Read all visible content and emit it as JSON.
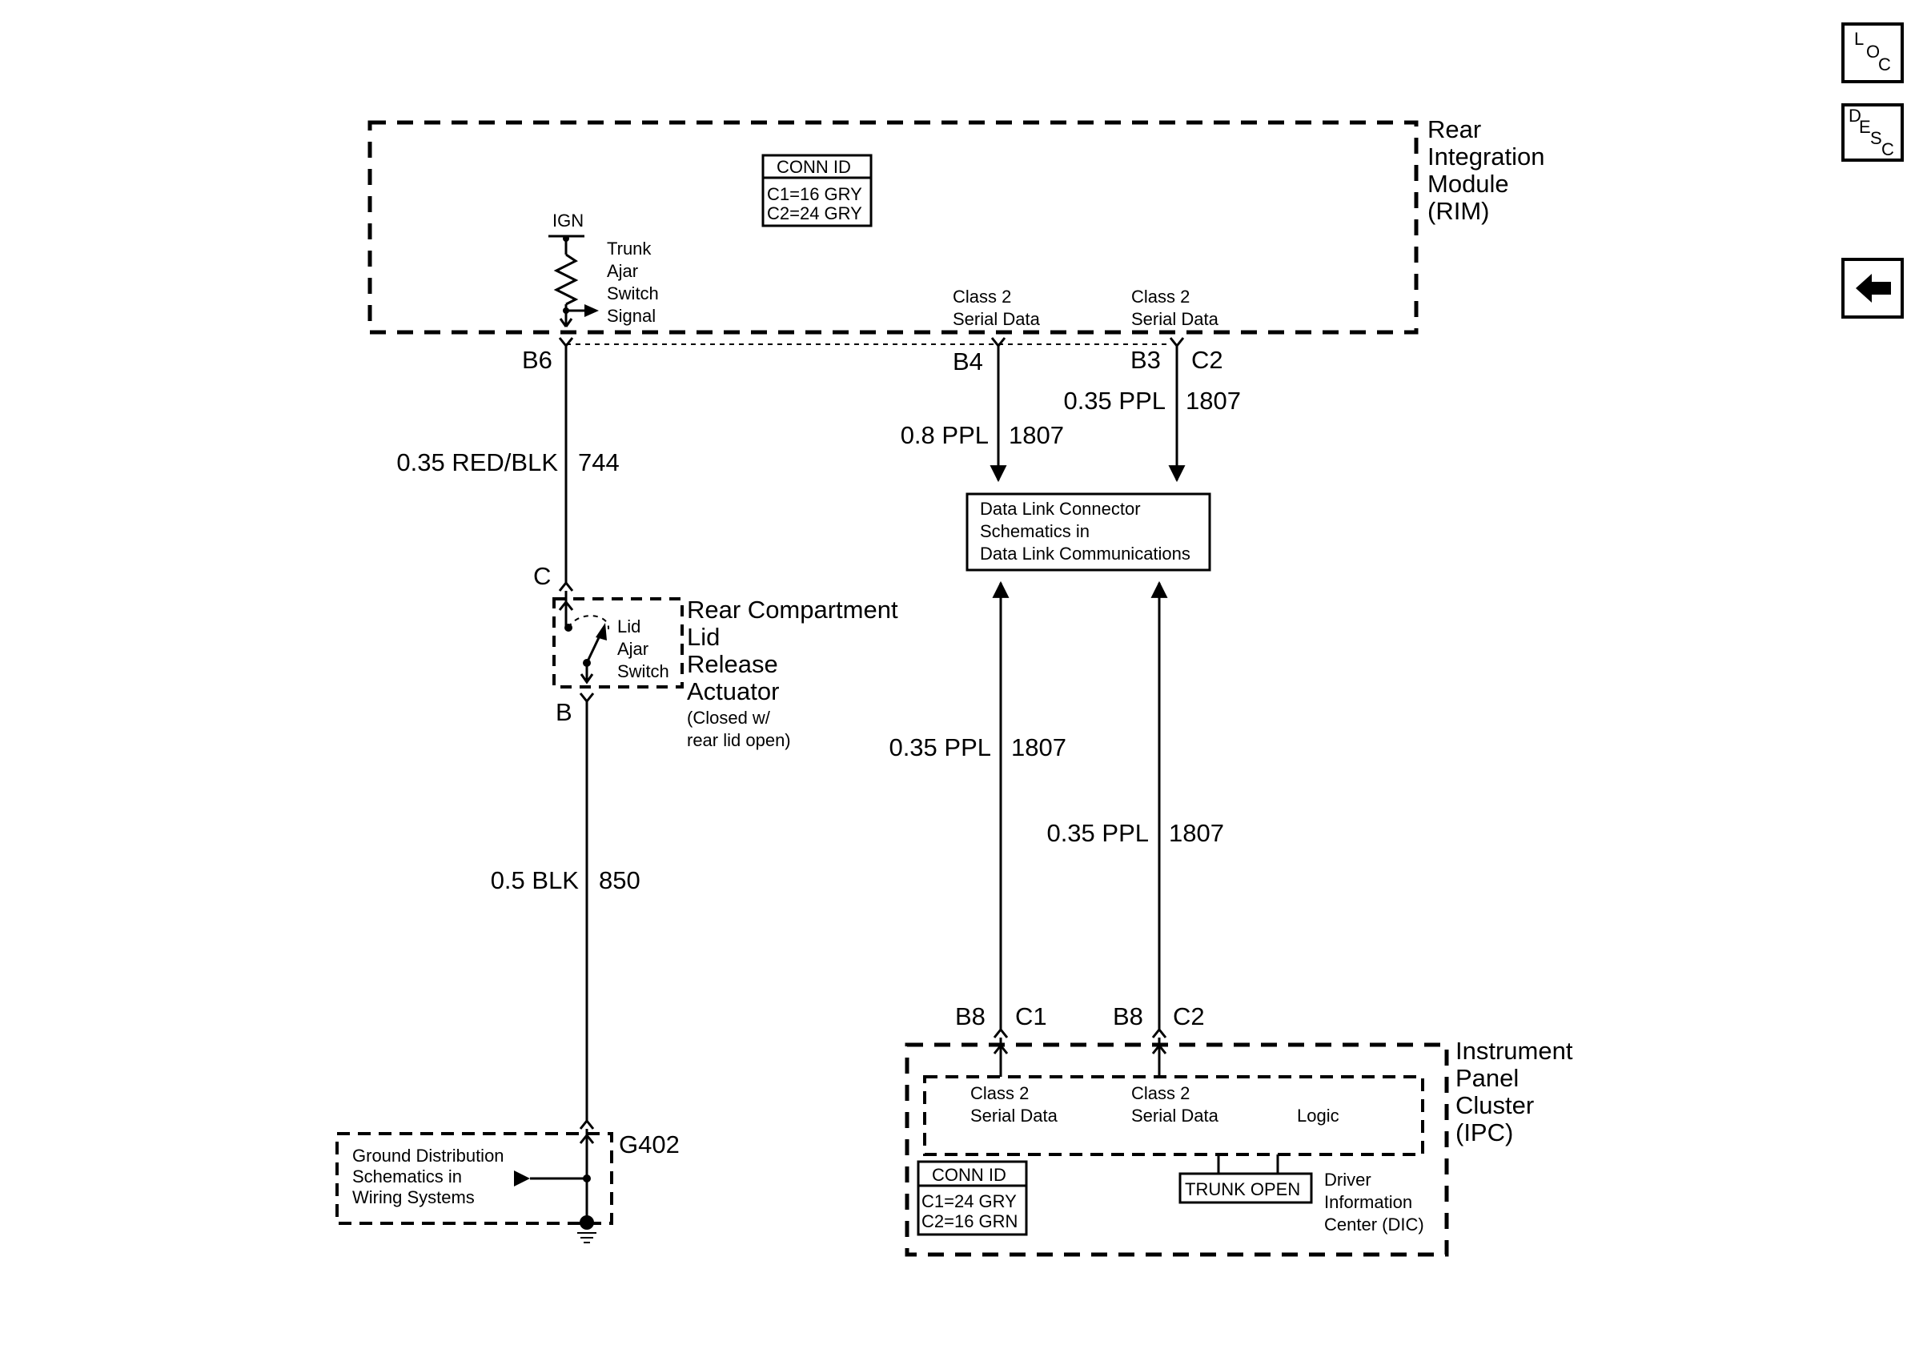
{
  "nav": {
    "loc": {
      "l1": "L",
      "l2": "O",
      "l3": "C"
    },
    "desc": {
      "l1": "D",
      "l2": "E",
      "l3": "S",
      "l4": "C"
    }
  },
  "rim": {
    "title_lines": [
      "Rear",
      "Integration",
      "Module",
      "(RIM)"
    ],
    "conn_id": {
      "title": "CONN ID",
      "lines": [
        "C1=16 GRY",
        "C2=24 GRY"
      ]
    },
    "ign": "IGN",
    "trunk_signal_lines": [
      "Trunk",
      "Ajar",
      "Switch",
      "Signal"
    ],
    "class2_a": [
      "Class 2",
      "Serial Data"
    ],
    "class2_b": [
      "Class 2",
      "Serial Data"
    ]
  },
  "pins": {
    "b6": "B6",
    "b4": "B4",
    "b3": "B3",
    "c2_top": "C2",
    "c": "C",
    "b": "B",
    "g402": "G402",
    "b8_left": "B8",
    "c1_bottom": "C1",
    "b8_right": "B8",
    "c2_bottom": "C2"
  },
  "wires": {
    "w744": {
      "gauge": "0.35 RED/BLK",
      "circuit": "744"
    },
    "w850": {
      "gauge": "0.5 BLK",
      "circuit": "850"
    },
    "w_b4": {
      "gauge": "0.8 PPL",
      "circuit": "1807"
    },
    "w_b3": {
      "gauge": "0.35 PPL",
      "circuit": "1807"
    },
    "w_ipc1": {
      "gauge": "0.35 PPL",
      "circuit": "1807"
    },
    "w_ipc2": {
      "gauge": "0.35 PPL",
      "circuit": "1807"
    }
  },
  "dlc": {
    "lines": [
      "Data Link Connector",
      "Schematics in",
      "Data Link Communications"
    ]
  },
  "actuator": {
    "title_lines": [
      "Rear Compartment",
      "Lid",
      "Release",
      "Actuator"
    ],
    "note_lines": [
      "(Closed w/",
      "rear lid open)"
    ],
    "switch_lines": [
      "Lid",
      "Ajar",
      "Switch"
    ]
  },
  "ground": {
    "lines": [
      "Ground Distribution",
      "Schematics in",
      "Wiring Systems"
    ]
  },
  "ipc": {
    "title_lines": [
      "Instrument",
      "Panel",
      "Cluster",
      "(IPC)"
    ],
    "class2_a": [
      "Class 2",
      "Serial Data"
    ],
    "class2_b": [
      "Class 2",
      "Serial Data"
    ],
    "logic": "Logic",
    "trunk_open": "TRUNK OPEN",
    "dic_lines": [
      "Driver",
      "Information",
      "Center (DIC)"
    ],
    "conn_id": {
      "title": "CONN ID",
      "lines": [
        "C1=24 GRY",
        "C2=16 GRN"
      ]
    }
  }
}
